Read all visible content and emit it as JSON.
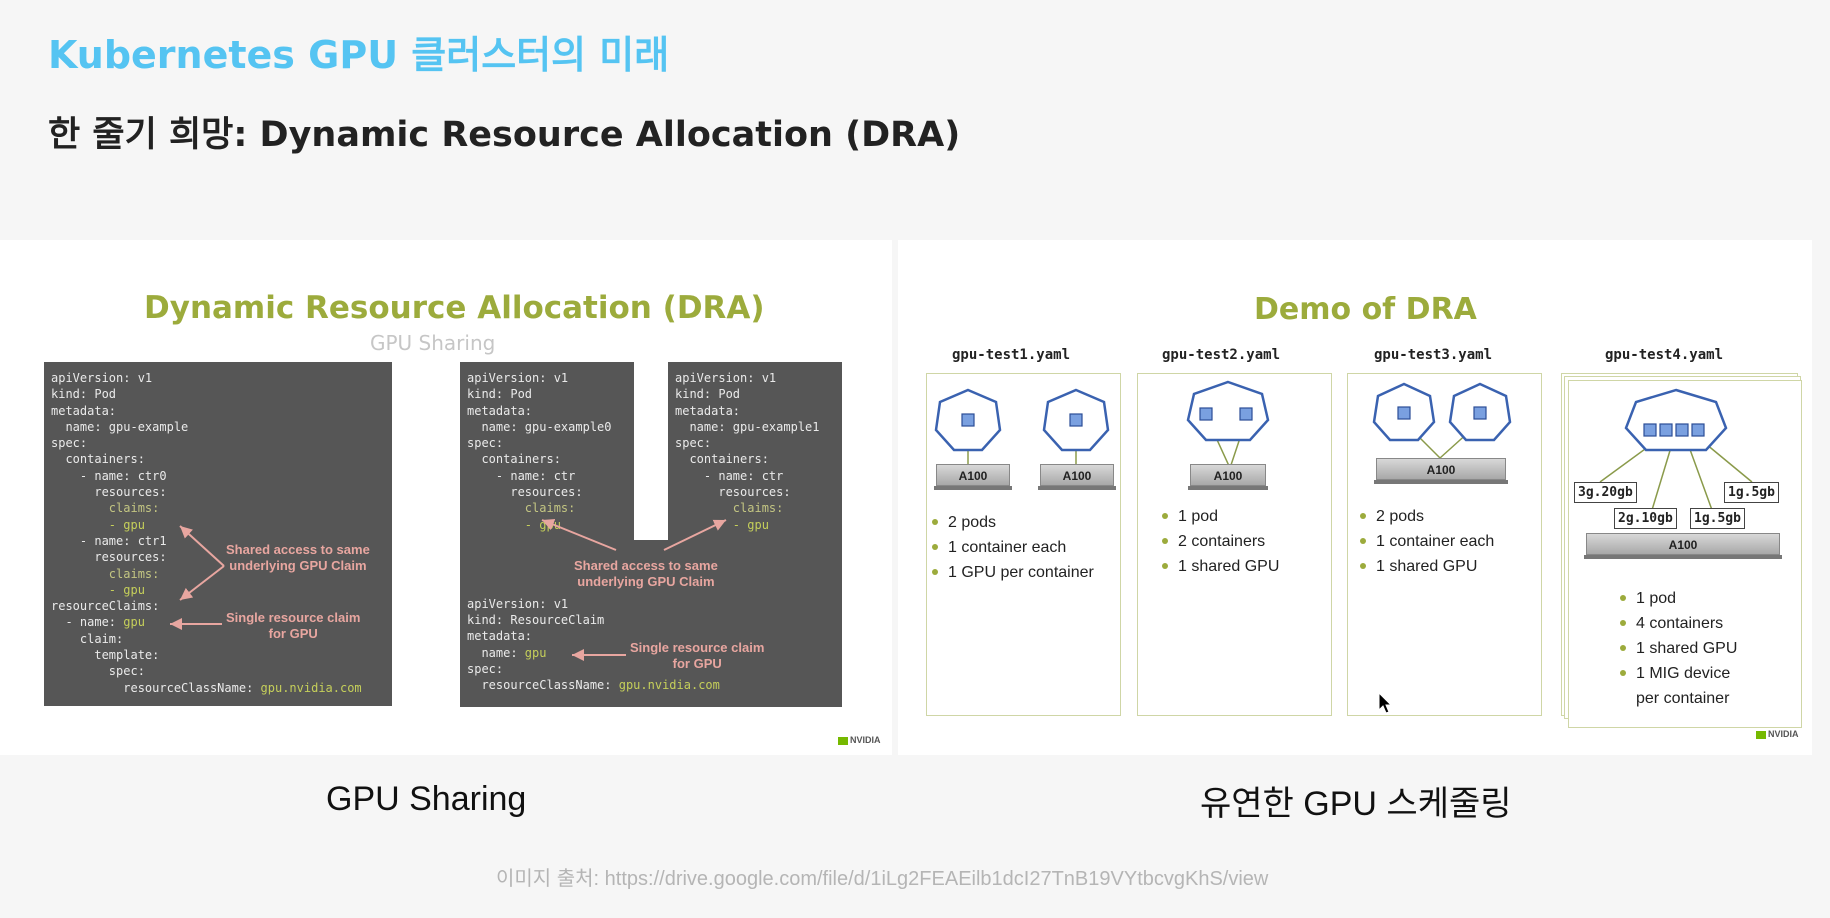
{
  "header": {
    "title": "Kubernetes GPU 클러스터의 미래",
    "subtitle": "한 줄기 희망: Dynamic Resource Allocation (DRA)"
  },
  "left_slide": {
    "title": "Dynamic Resource Allocation (DRA)",
    "subtitle": "GPU Sharing",
    "annotation_shared_1": [
      "Shared access to same",
      "underlying GPU Claim"
    ],
    "annotation_single_1": [
      "Single resource claim",
      "for GPU"
    ],
    "annotation_shared_2": [
      "Shared access to same",
      "underlying GPU Claim"
    ],
    "annotation_single_2": [
      "Single resource claim",
      "for GPU"
    ],
    "logo": "NVIDIA"
  },
  "right_slide": {
    "title": "Demo of DRA",
    "logo": "NVIDIA",
    "tests": [
      {
        "file": "gpu-test1.yaml",
        "gpus": [
          "A100",
          "A100"
        ],
        "bullets": [
          "2 pods",
          "1 container each",
          "1 GPU per container"
        ]
      },
      {
        "file": "gpu-test2.yaml",
        "gpus": [
          "A100"
        ],
        "bullets": [
          "1 pod",
          "2 containers",
          "1 shared GPU"
        ]
      },
      {
        "file": "gpu-test3.yaml",
        "gpus": [
          "A100"
        ],
        "bullets": [
          "2 pods",
          "1 container each",
          "1 shared GPU"
        ]
      },
      {
        "file": "gpu-test4.yaml",
        "gpus": [
          "A100"
        ],
        "mig": [
          "3g.20gb",
          "2g.10gb",
          "1g.5gb",
          "1g.5gb"
        ],
        "bullets": [
          "1 pod",
          "4 containers",
          "1 shared GPU",
          "1 MIG device",
          "per container"
        ]
      }
    ]
  },
  "captions": {
    "left": "GPU Sharing",
    "right": "유연한 GPU 스케줄링"
  },
  "source": "이미지 출처: https://drive.google.com/file/d/1iLg2FEAEilb1dcI27TnB19VYtbcvgKhS/view",
  "colors": {
    "title_blue": "#55c4f2",
    "slide_green": "#9cab3c",
    "annotation_pink": "#e8a6a0",
    "code_bg": "#565656",
    "pod_blue": "#3a62b0"
  }
}
